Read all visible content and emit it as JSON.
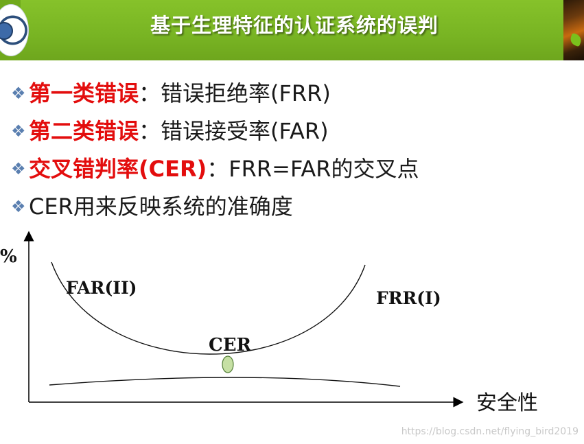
{
  "header": {
    "title": "基于生理特征的认证系统的误判"
  },
  "bullets": [
    {
      "highlight": "第一类错误",
      "rest": "：错误拒绝率(FRR)"
    },
    {
      "highlight": "第二类错误",
      "rest": "：错误接受率(FAR)"
    },
    {
      "highlight": "交叉错判率(CER)",
      "rest": "：FRR=FAR的交叉点"
    },
    {
      "highlight": "",
      "rest": "CER用来反映系统的准确度"
    }
  ],
  "diagram": {
    "y_axis_label": "%",
    "x_axis_label": "安全性",
    "far_label": "FAR(II)",
    "frr_label": "FRR(I)",
    "cer_label": "CER"
  },
  "watermark": "https://blog.csdn.net/flying_bird2019",
  "colors": {
    "header_green": "#7fbd24",
    "highlight_red": "#e30d0d",
    "bullet_blue": "#5a7fb0",
    "cer_marker": "#c6e0a4"
  }
}
